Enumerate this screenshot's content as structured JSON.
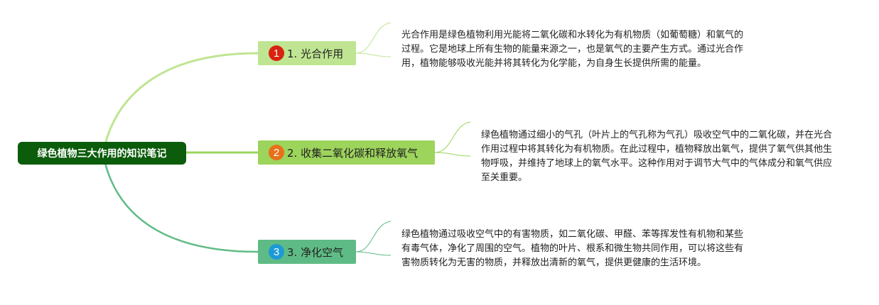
{
  "root": {
    "title": "绿色植物三大作用的知识笔记"
  },
  "branches": [
    {
      "number": "1",
      "label": "1. 光合作用",
      "note": "光合作用是绿色植物利用光能将二氧化碳和水转化为有机物质（如葡萄糖）和氧气的过程。它是地球上所有生物的能量来源之一，也是氧气的主要产生方式。通过光合作用，植物能够吸收光能并将其转化为化学能，为自身生长提供所需的能量。"
    },
    {
      "number": "2",
      "label": "2. 收集二氧化碳和释放氧气",
      "note": "绿色植物通过细小的气孔（叶片上的气孔称为气孔）吸收空气中的二氧化碳，并在光合作用过程中将其转化为有机物质。在此过程中，植物释放出氧气，提供了氧气供其他生物呼吸，并维持了地球上的氧气水平。这种作用对于调节大气中的气体成分和氧气供应至关重要。"
    },
    {
      "number": "3",
      "label": "3. 净化空气",
      "note": "绿色植物通过吸收空气中的有害物质，如二氧化碳、甲醛、苯等挥发性有机物和某些有毒气体，净化了周围的空气。植物的叶片、根系和微生物共同作用，可以将这些有害物质转化为无害的物质，并释放出清新的氧气，提供更健康的生活环境。"
    }
  ],
  "colors": {
    "root": "#0b5c0b",
    "branch1": "#bfe592",
    "branch2": "#9dd45c",
    "branch3": "#5fbb85",
    "badge1": "#d9220f",
    "badge2": "#e8701a",
    "badge3": "#1c9ad6"
  }
}
